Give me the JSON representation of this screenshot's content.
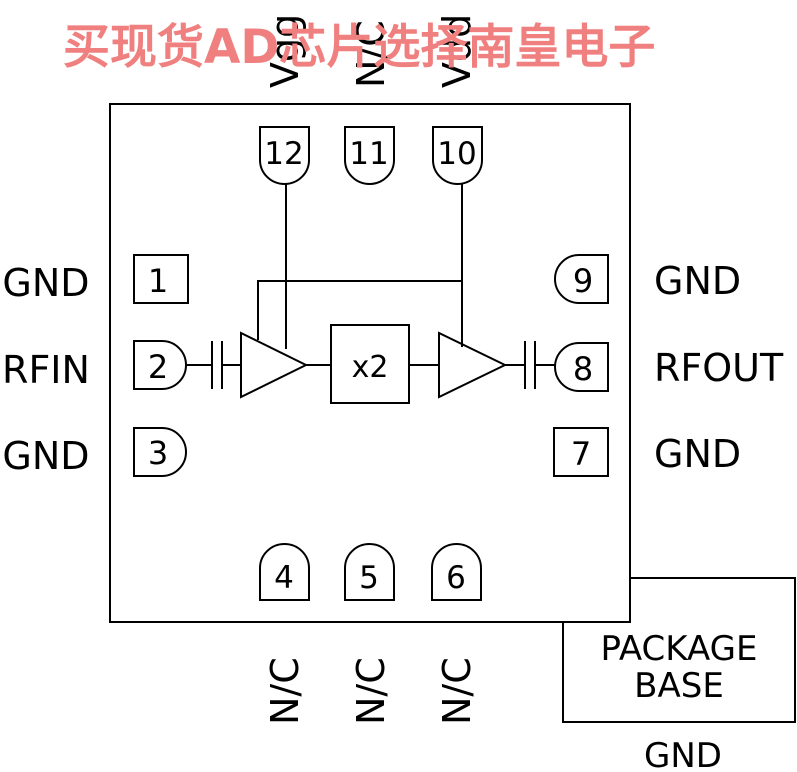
{
  "watermark": {
    "text": "买现货AD芯片选择南皇电子",
    "color": "#f08080"
  },
  "colors": {
    "line": "#000000",
    "background": "#ffffff"
  },
  "pins": {
    "p1": {
      "num": "1",
      "name": "GND"
    },
    "p2": {
      "num": "2",
      "name": "RFIN"
    },
    "p3": {
      "num": "3",
      "name": "GND"
    },
    "p4": {
      "num": "4",
      "name": "N/C"
    },
    "p5": {
      "num": "5",
      "name": "N/C"
    },
    "p6": {
      "num": "6",
      "name": "N/C"
    },
    "p7": {
      "num": "7",
      "name": "GND"
    },
    "p8": {
      "num": "8",
      "name": "RFOUT"
    },
    "p9": {
      "num": "9",
      "name": "GND"
    },
    "p10": {
      "num": "10",
      "name": "Vdd"
    },
    "p11": {
      "num": "11",
      "name": "N/C"
    },
    "p12": {
      "num": "12",
      "name": "Vgg"
    }
  },
  "multiplier": {
    "label": "x2"
  },
  "package_base": {
    "line1": "PACKAGE",
    "line2": "BASE",
    "name": "GND"
  }
}
